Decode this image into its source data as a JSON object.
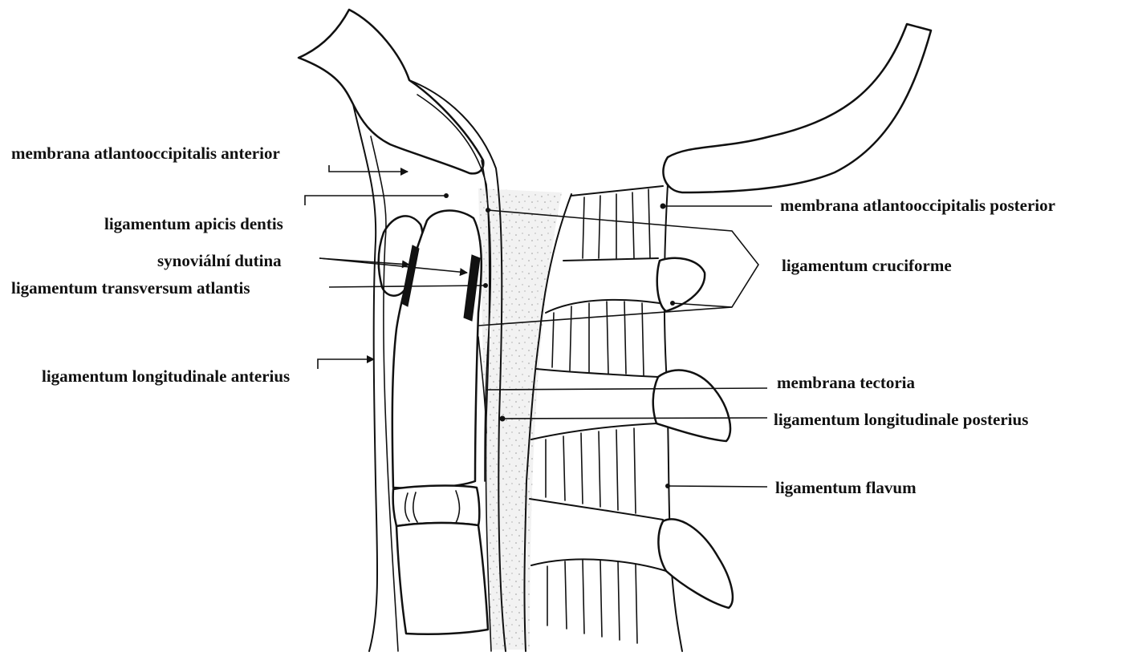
{
  "diagram": {
    "labels": {
      "membrana_atlantooccipitalis_anterior": "membrana atlantooccipitalis anterior",
      "ligamentum_apicis_dentis": "ligamentum apicis dentis",
      "synovialni_dutina": "synoviální dutina",
      "ligamentum_transversum_atlantis": "ligamentum transversum atlantis",
      "ligamentum_longitudinale_anterius": "ligamentum longitudinale anterius",
      "membrana_atlantooccipitalis_posterior": "membrana atlantooccipitalis posterior",
      "ligamentum_cruciforme": "ligamentum cruciforme",
      "membrana_tectoria": "membrana tectoria",
      "ligamentum_longitudinale_posterius": "ligamentum longitudinale posterius",
      "ligamentum_flavum": "ligamentum flavum"
    },
    "colors": {
      "ink": "#111111",
      "background": "#ffffff",
      "canal_shading": "#e8e8e8"
    }
  }
}
